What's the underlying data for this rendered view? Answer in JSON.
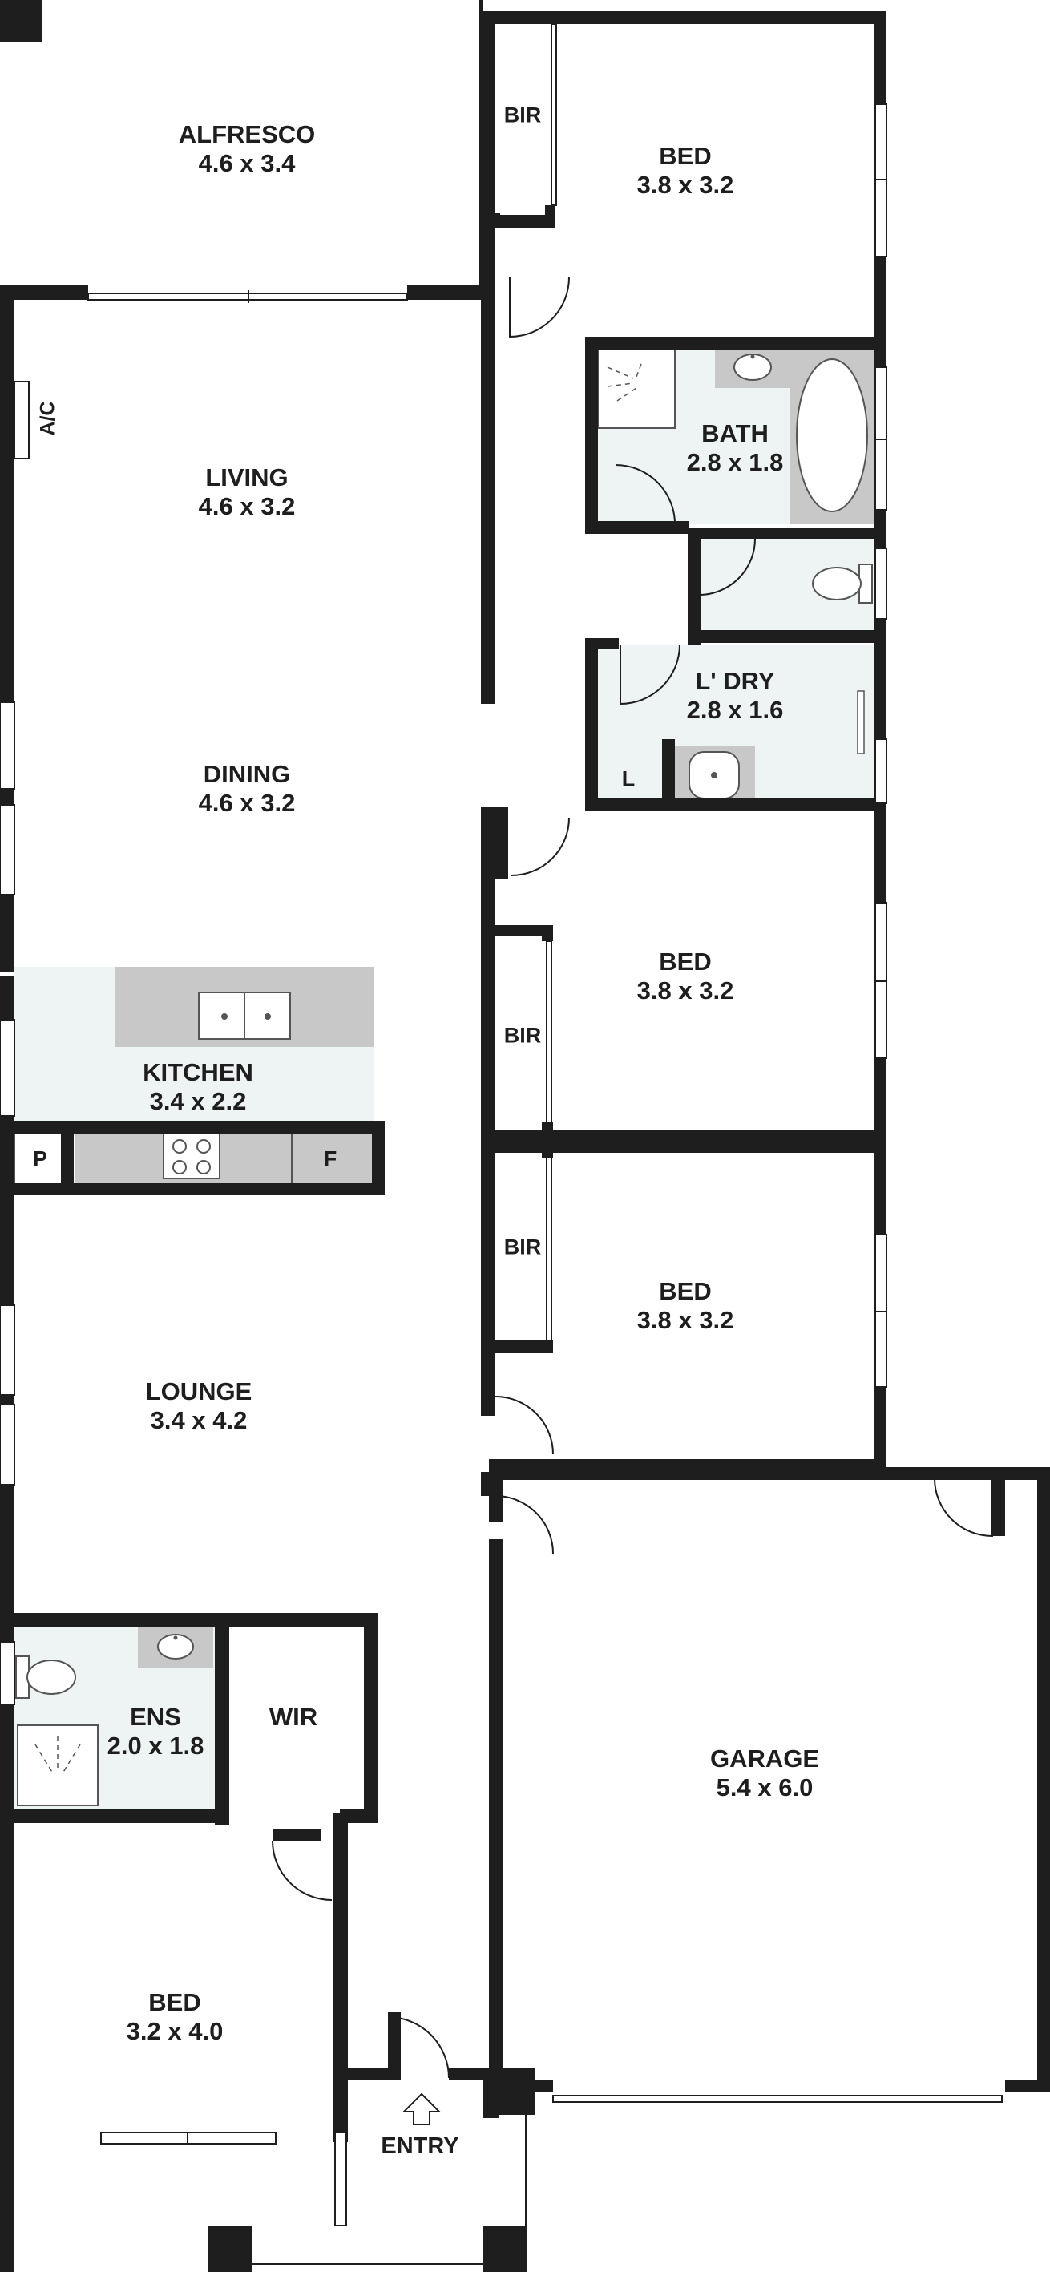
{
  "floorplan": {
    "rooms": [
      {
        "id": "alfresco",
        "name": "ALFRESCO",
        "dims": "4.6 x 3.4"
      },
      {
        "id": "bir1",
        "name": "BIR"
      },
      {
        "id": "bed1",
        "name": "BED",
        "dims": "3.8 x 3.2"
      },
      {
        "id": "ac",
        "name": "A/C"
      },
      {
        "id": "living",
        "name": "LIVING",
        "dims": "4.6 x 3.2"
      },
      {
        "id": "bath",
        "name": "BATH",
        "dims": "2.8 x 1.8"
      },
      {
        "id": "laundry",
        "name": "L' DRY",
        "dims": "2.8 x 1.6"
      },
      {
        "id": "linen",
        "name": "L"
      },
      {
        "id": "dining",
        "name": "DINING",
        "dims": "4.6 x 3.2"
      },
      {
        "id": "bir2",
        "name": "BIR"
      },
      {
        "id": "bed2",
        "name": "BED",
        "dims": "3.8 x 3.2"
      },
      {
        "id": "kitchen",
        "name": "KITCHEN",
        "dims": "3.4 x 2.2"
      },
      {
        "id": "pantry",
        "name": "P"
      },
      {
        "id": "fridge",
        "name": "F"
      },
      {
        "id": "bir3",
        "name": "BIR"
      },
      {
        "id": "bed3",
        "name": "BED",
        "dims": "3.8 x 3.2"
      },
      {
        "id": "lounge",
        "name": "LOUNGE",
        "dims": "3.4 x 4.2"
      },
      {
        "id": "ens",
        "name": "ENS",
        "dims": "2.0 x 1.8"
      },
      {
        "id": "wir",
        "name": "WIR"
      },
      {
        "id": "garage",
        "name": "GARAGE",
        "dims": "5.4 x 6.0"
      },
      {
        "id": "bed4",
        "name": "BED",
        "dims": "3.2 x 4.0"
      },
      {
        "id": "entry",
        "name": "ENTRY"
      }
    ],
    "colors": {
      "wall": "#1e1e1e",
      "wet_area": "#eef3f3",
      "fixture": "#c8c8c8",
      "fixture_line": "#555555",
      "window": "#ffffff"
    }
  }
}
